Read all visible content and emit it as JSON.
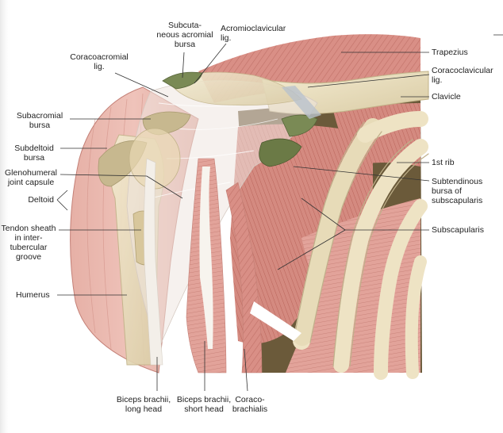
{
  "labels": {
    "subcutaneous_acromial_bursa": "Subcuta-\nneous acromial\nbursa",
    "acromioclavicular_lig": "Acromioclavicular\nlig.",
    "coracoacromial_lig": "Coracoacromial\nlig.",
    "trapezius": "Trapezius",
    "coracoclavicular_lig": "Coracoclavicular\nlig.",
    "clavicle": "Clavicle",
    "subacromial_bursa": "Subacromial\nbursa",
    "subdeltoid_bursa": "Subdeltoid\nbursa",
    "first_rib": "1st rib",
    "glenohumeral_joint_capsule": "Glenohumeral\njoint capsule",
    "subtendinous_bursa": "Subtendinous\nbursa of\nsubscapularis",
    "deltoid": "Deltoid",
    "tendon_sheath": "Tendon sheath\nin inter-\ntubercular\ngroove",
    "subscapularis": "Subscapularis",
    "humerus": "Humerus",
    "biceps_long_head": "Biceps brachii,\nlong head",
    "biceps_short_head": "Biceps brachii,\nshort head",
    "coracobrachialis": "Coraco-\nbrachialis"
  },
  "colors": {
    "muscle": "#d98f86",
    "muscle_dark": "#b8665d",
    "muscle_light": "#eab4ab",
    "bone": "#eee3c4",
    "bone_shade": "#cdbf99",
    "bursa": "#7a8a55",
    "bursa_dark": "#566439",
    "ligament": "#e8e4df",
    "tendon": "#f3efe9",
    "deep": "#5a5a3a",
    "leader": "#333333"
  }
}
